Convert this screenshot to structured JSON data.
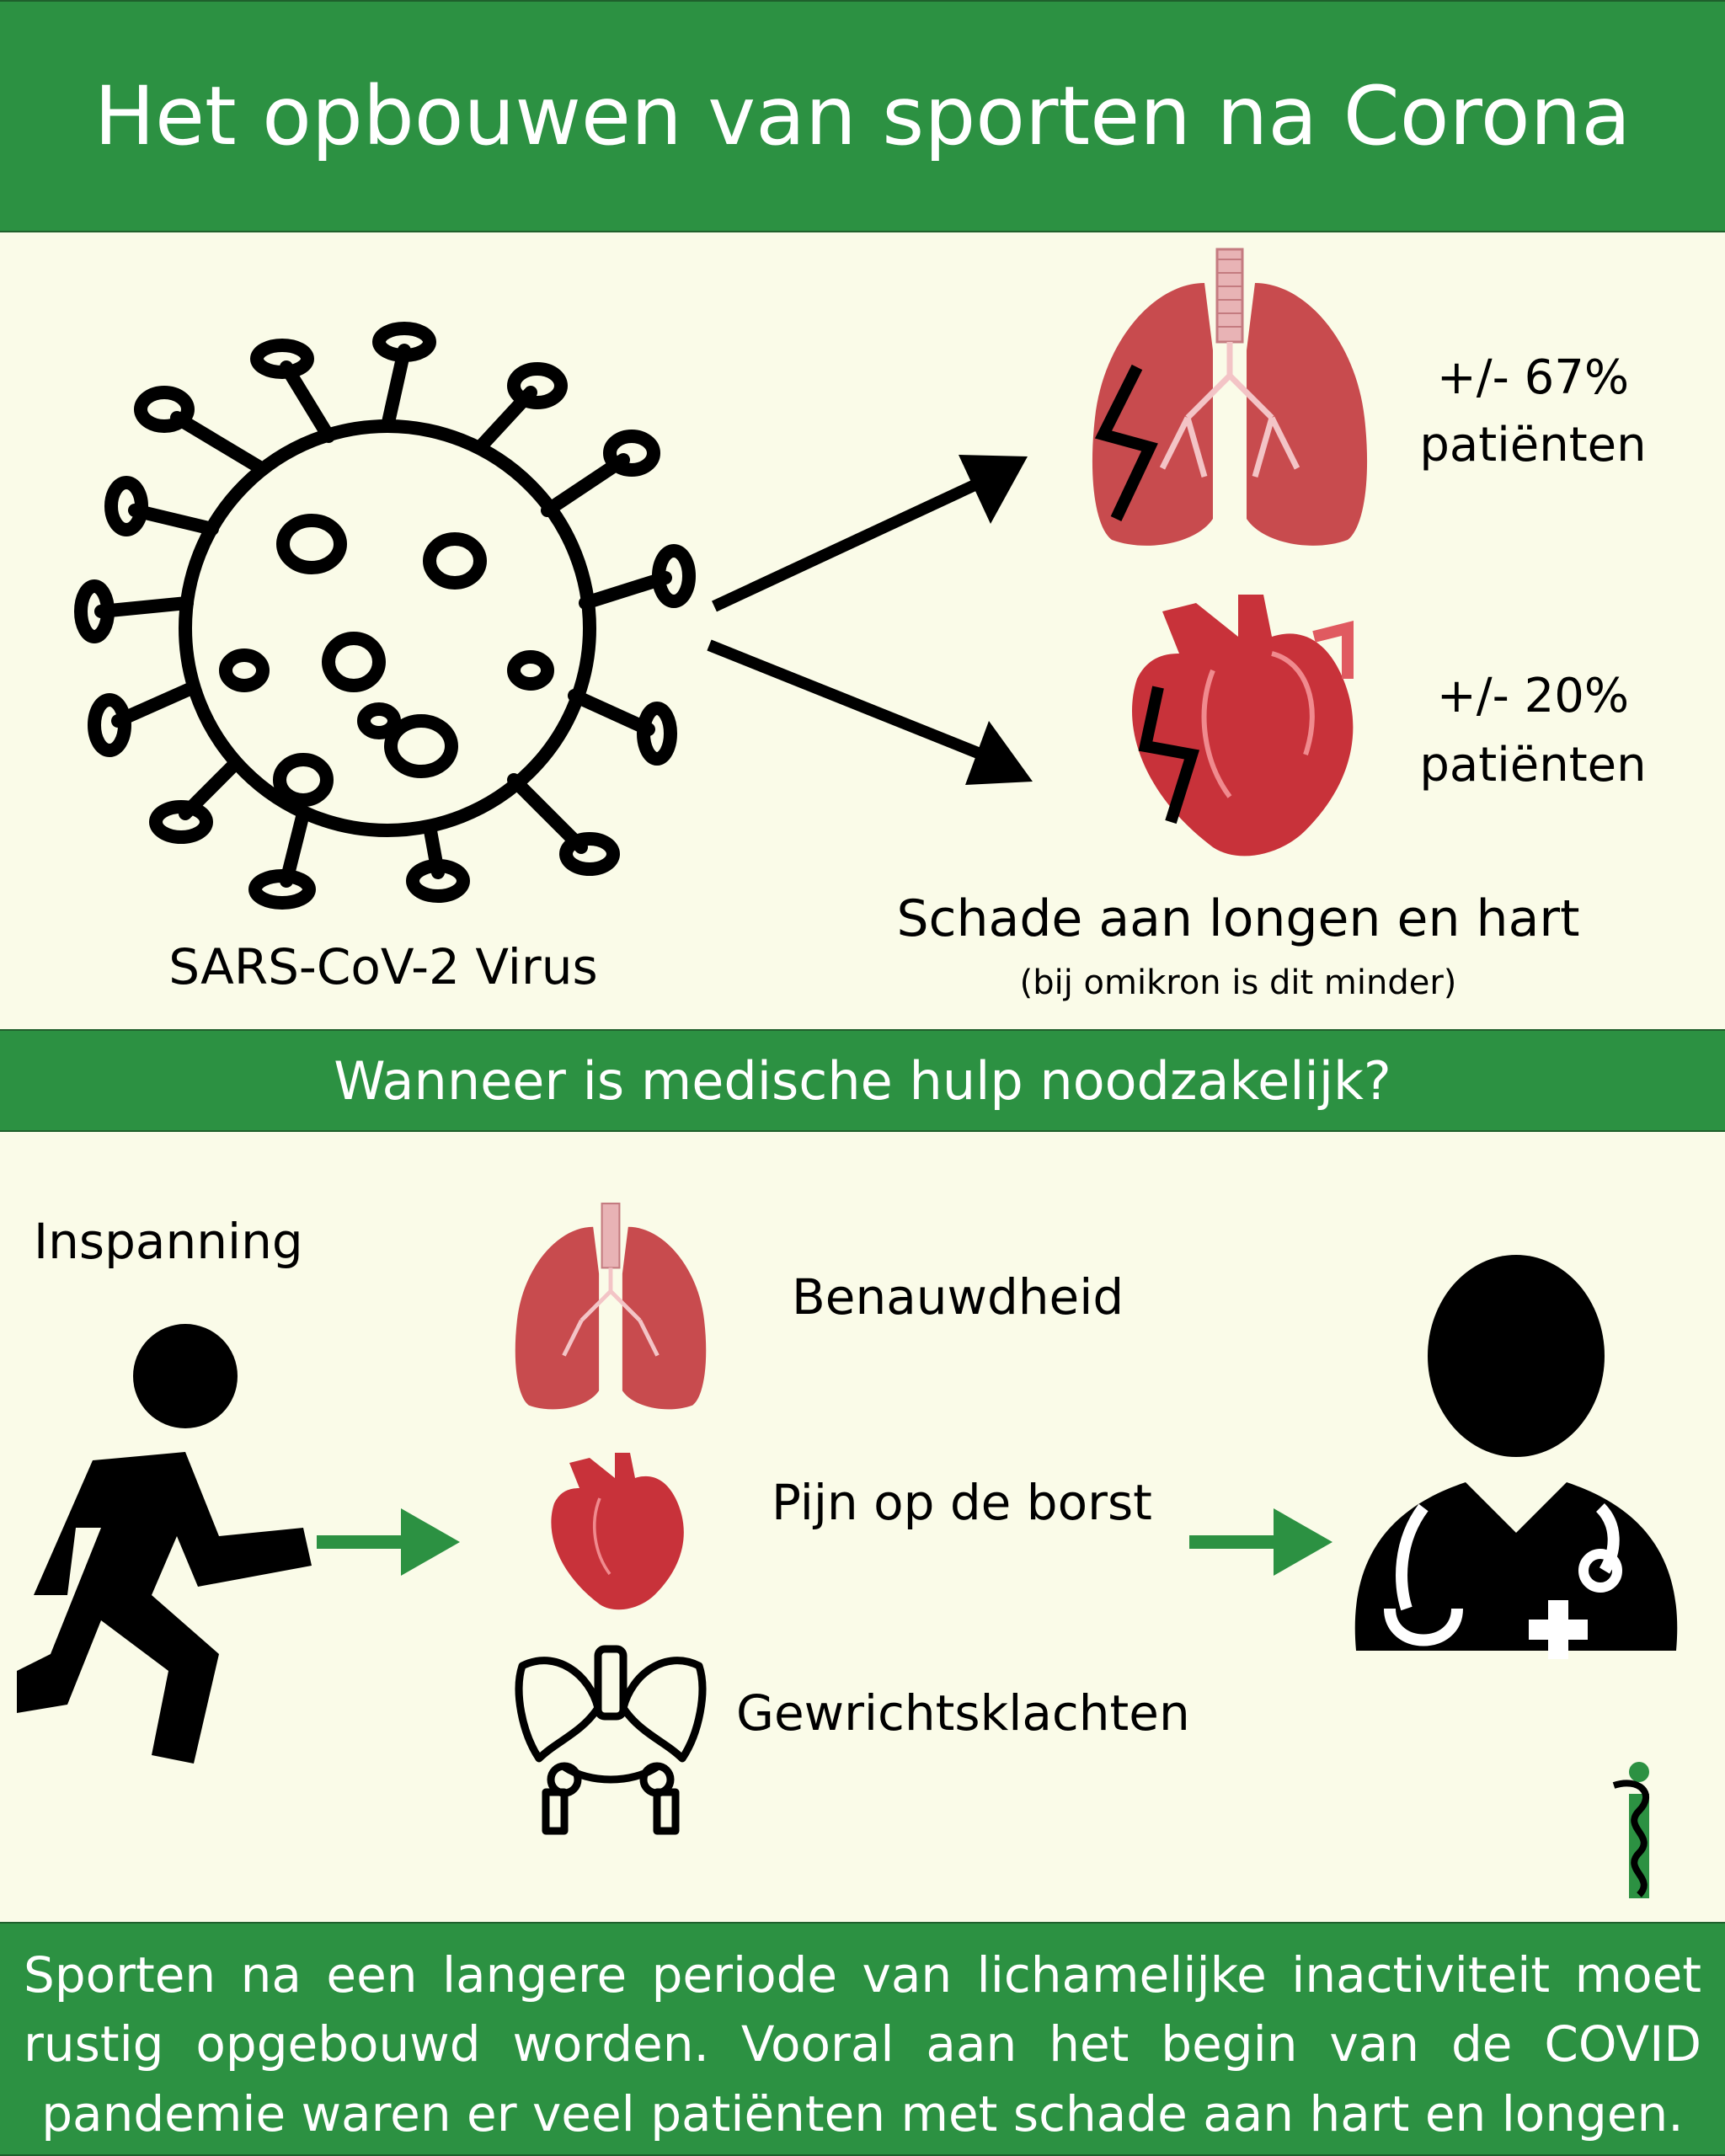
{
  "title": "Het opbouwen van sporten na Corona",
  "virus_label": "SARS-CoV-2 Virus",
  "lungs_stat": {
    "percent": "+/- 67%",
    "label": "patiënten"
  },
  "heart_stat": {
    "percent": "+/- 20%",
    "label": "patiënten"
  },
  "damage_caption": "Schade aan longen en hart",
  "damage_note": "(bij omikron is dit minder)",
  "question": "Wanneer is medische hulp noodzakelijk?",
  "exertion_label": "Inspanning",
  "symptoms": [
    "Benauwdheid",
    "Pijn op de borst",
    "Gewrichtsklachten"
  ],
  "footer_text": "Sporten na een langere periode van lichamelijke inactiviteit moet rustig opgebouwd worden. Vooral aan het begin van de COVID pandemie waren er veel patiënten met schade aan hart en longen.",
  "colors": {
    "band_green": "#2c9142",
    "panel_bg": "#fafbe8",
    "organ_red": "#c8323a",
    "arrow_green": "#2c9142",
    "icon_black": "#000000"
  },
  "icons": [
    "coronavirus-icon",
    "lungs-icon",
    "heart-icon",
    "runner-icon",
    "pelvis-icon",
    "doctor-icon",
    "aesculapius-logo"
  ]
}
